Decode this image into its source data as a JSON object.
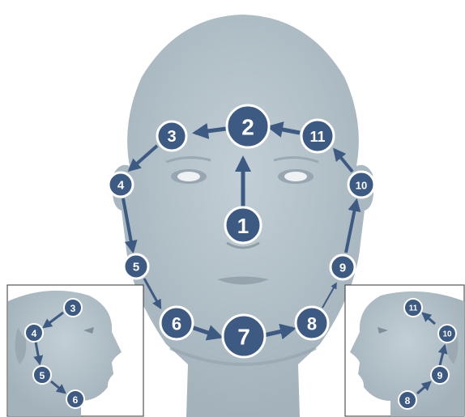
{
  "colors": {
    "marker": "#3d5a82",
    "marker_ring": "#ffffff",
    "arrow": "#3d5a82",
    "head": "#b4c1c9",
    "head_shadow": "#93a2ab",
    "panel_border": "#333333",
    "background": "#ffffff"
  },
  "front_view": {
    "markers": [
      {
        "id": "m1",
        "label": "1"
      },
      {
        "id": "m2",
        "label": "2"
      },
      {
        "id": "m3",
        "label": "3"
      },
      {
        "id": "m4",
        "label": "4"
      },
      {
        "id": "m5",
        "label": "5"
      },
      {
        "id": "m6",
        "label": "6"
      },
      {
        "id": "m7",
        "label": "7"
      },
      {
        "id": "m8",
        "label": "8"
      },
      {
        "id": "m9",
        "label": "9"
      },
      {
        "id": "m10",
        "label": "10"
      },
      {
        "id": "m11",
        "label": "11"
      }
    ]
  },
  "left_profile_view": {
    "markers": [
      {
        "id": "l3",
        "label": "3"
      },
      {
        "id": "l4",
        "label": "4"
      },
      {
        "id": "l5",
        "label": "5"
      },
      {
        "id": "l6",
        "label": "6"
      }
    ]
  },
  "right_profile_view": {
    "markers": [
      {
        "id": "r8",
        "label": "8"
      },
      {
        "id": "r9",
        "label": "9"
      },
      {
        "id": "r10",
        "label": "10"
      },
      {
        "id": "r11",
        "label": "11"
      }
    ]
  }
}
